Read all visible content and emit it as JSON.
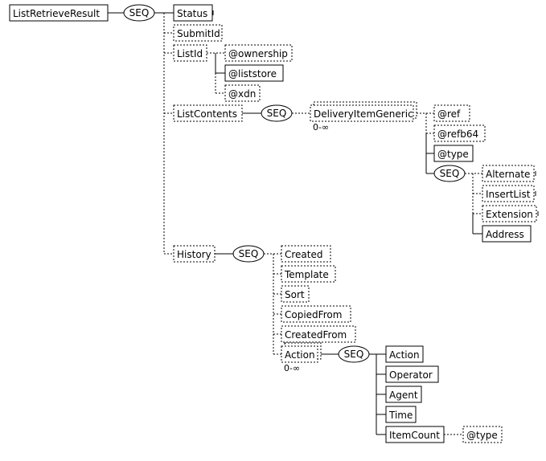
{
  "nodes": {
    "listRetrieveResult": "ListRetrieveResult",
    "status": "Status",
    "submitId": "SubmitId",
    "listId": "ListId",
    "ownership": "@ownership",
    "liststore": "@liststore",
    "xdn": "@xdn",
    "listContents": "ListContents",
    "deliveryItemGeneric": "DeliveryItemGeneric",
    "ref": "@ref",
    "refb64": "@refb64",
    "type1": "@type",
    "alternate": "Alternate",
    "insertList": "InsertList",
    "extension": "Extension",
    "address": "Address",
    "history": "History",
    "created": "Created",
    "template": "Template",
    "sort": "Sort",
    "copiedFrom": "CopiedFrom",
    "createdFrom": "CreatedFrom",
    "action": "Action",
    "actionChild": "Action",
    "operator": "Operator",
    "agent": "Agent",
    "time": "Time",
    "itemCount": "ItemCount",
    "type2": "@type"
  },
  "compositors": {
    "seq1": "SEQ",
    "seq2": "SEQ",
    "seq3": "SEQ",
    "seq4": "SEQ",
    "seq5": "SEQ"
  },
  "occurrences": {
    "deliveryItemGeneric": "0-∞",
    "action": "0-∞"
  }
}
